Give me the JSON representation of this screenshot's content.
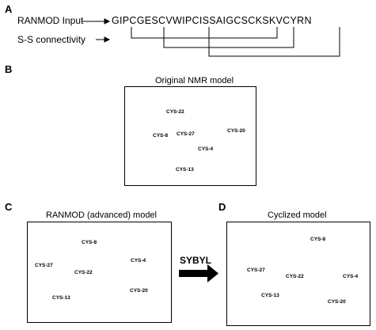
{
  "panels": {
    "a": {
      "letter": "A"
    },
    "b": {
      "letter": "B",
      "caption": "Original NMR model"
    },
    "c": {
      "letter": "C",
      "caption": "RANMOD (advanced) model"
    },
    "d": {
      "letter": "D",
      "caption": "Cyclized model"
    }
  },
  "sequence": {
    "input_label": "RANMOD Input",
    "connectivity_label": "S-S connectivity",
    "residues": "GIPCGESCVWIPCISSAIGCSCKSKVCYRN"
  },
  "arrow_label": "SYBYL",
  "cys_labels_b": [
    "CYS-22",
    "CYS-8",
    "CYS-27",
    "CYS-20",
    "CYS-4",
    "CYS-13"
  ],
  "cys_labels_c": [
    "CYS-8",
    "CYS-27",
    "CYS-22",
    "CYS-4",
    "CYS-13",
    "CYS-20"
  ],
  "cys_labels_d": [
    "CYS-8",
    "CYS-27",
    "CYS-22",
    "CYS-4",
    "CYS-13",
    "CYS-20"
  ],
  "colors": {
    "green": "#2fc92f",
    "cyan": "#3fd6dc",
    "gold": "#e0a52a",
    "blue": "#1f2ee6",
    "red": "#e34a4a"
  }
}
